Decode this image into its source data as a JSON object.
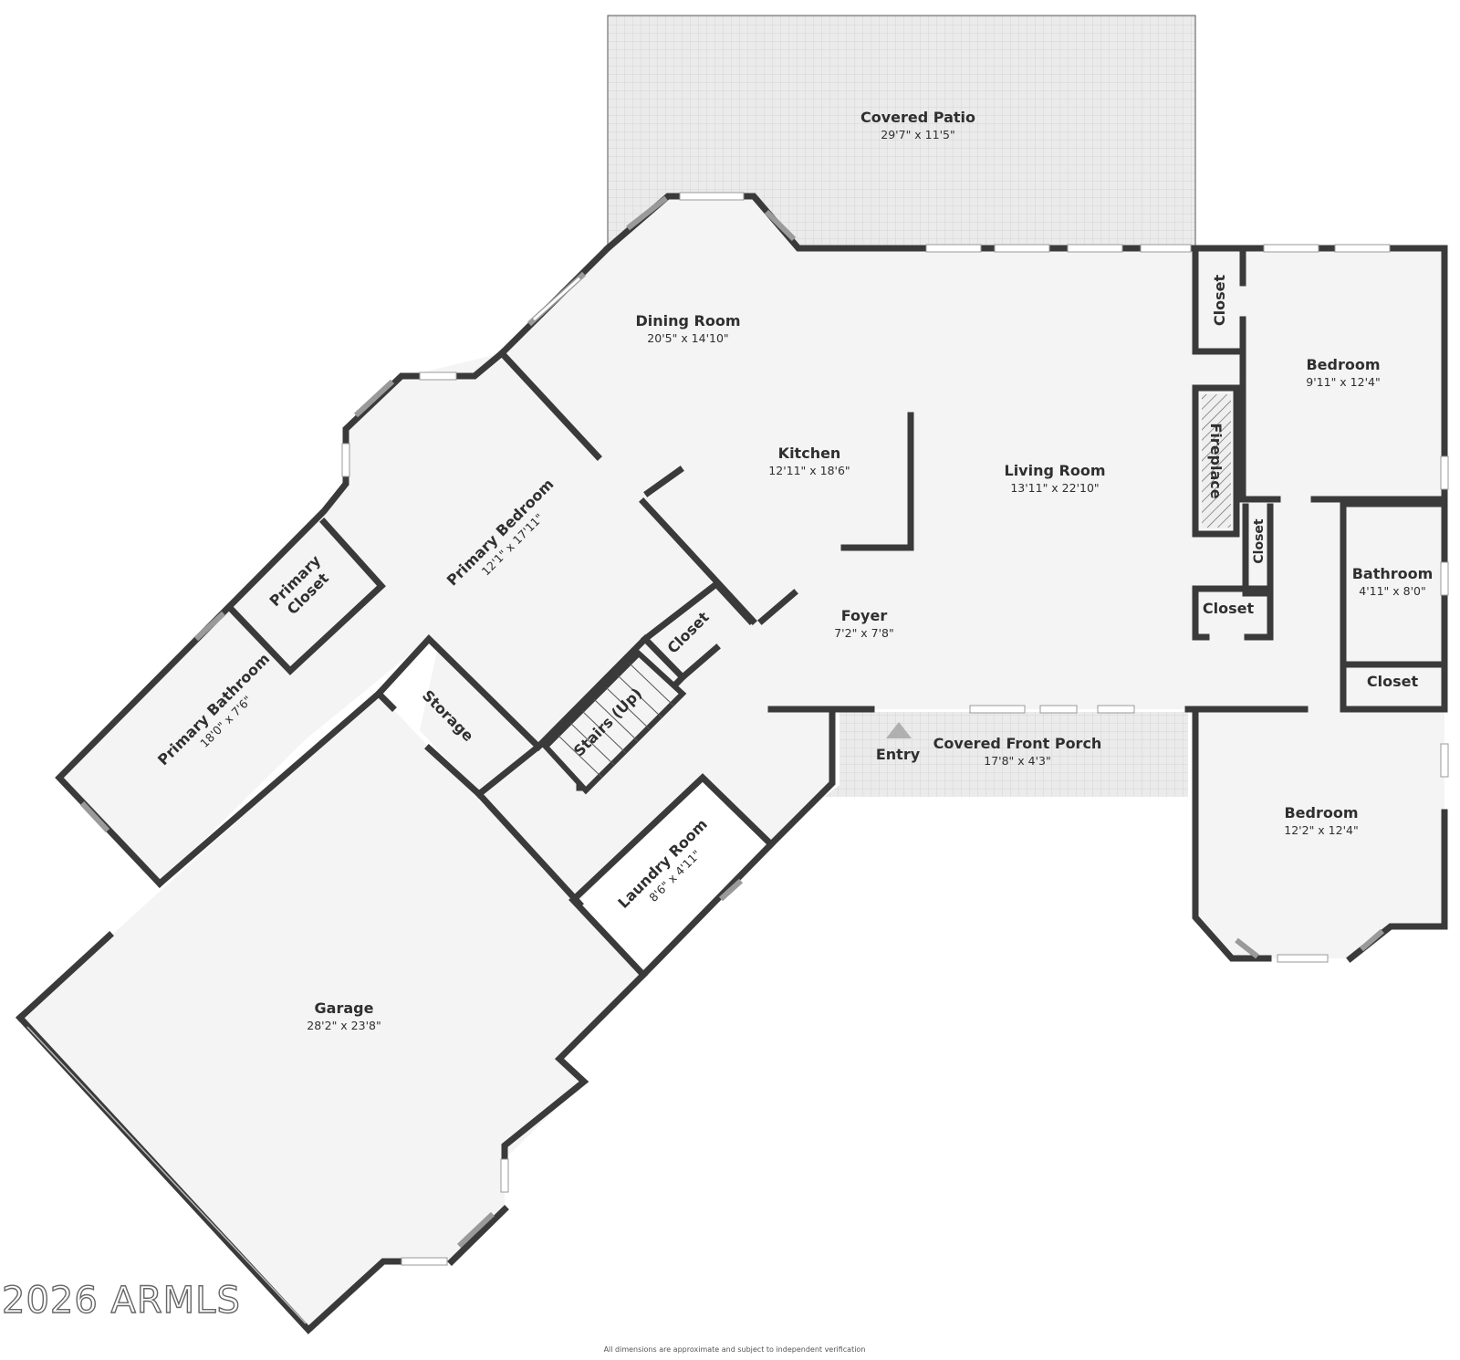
{
  "rooms": {
    "covered_patio": {
      "name": "Covered Patio",
      "dims": "29'7\" x 11'5\""
    },
    "dining_room": {
      "name": "Dining Room",
      "dims": "20'5\" x 14'10\""
    },
    "kitchen": {
      "name": "Kitchen",
      "dims": "12'11\" x 18'6\""
    },
    "living_room": {
      "name": "Living Room",
      "dims": "13'11\" x 22'10\""
    },
    "bedroom_ne": {
      "name": "Bedroom",
      "dims": "9'11\" x 12'4\""
    },
    "closet_ne": {
      "name": "Closet"
    },
    "fireplace": {
      "name": "Fireplace"
    },
    "closet_mid_vertical": {
      "name": "Closet"
    },
    "closet_mid": {
      "name": "Closet"
    },
    "bathroom": {
      "name": "Bathroom",
      "dims": "4'11\" x 8'0\""
    },
    "closet_bath": {
      "name": "Closet"
    },
    "foyer": {
      "name": "Foyer",
      "dims": "7'2\" x 7'8\""
    },
    "entry": {
      "name": "Entry"
    },
    "covered_front_porch": {
      "name": "Covered Front Porch",
      "dims": "17'8\" x 4'3\""
    },
    "bedroom_se": {
      "name": "Bedroom",
      "dims": "12'2\" x 12'4\""
    },
    "primary_bedroom": {
      "name": "Primary Bedroom",
      "dims": "12'1\" x 17'11\""
    },
    "primary_closet": {
      "name_line1": "Primary",
      "name_line2": "Closet"
    },
    "primary_bathroom": {
      "name": "Primary Bathroom",
      "dims": "18'0\" x 7'6\""
    },
    "closet_hall": {
      "name": "Closet"
    },
    "stairs": {
      "name": "Stairs (Up)"
    },
    "storage": {
      "name": "Storage"
    },
    "laundry_room": {
      "name": "Laundry Room",
      "dims": "8'6\" x 4'11\""
    },
    "garage": {
      "name": "Garage",
      "dims": "28'2\" x 23'8\""
    }
  },
  "watermark": "2026 ARMLS",
  "disclaimer": "All dimensions are approximate and subject to independent verification",
  "colors": {
    "wall": "#3a3a3a",
    "floor": "#f4f4f4",
    "porch": "#ececec",
    "entry_marker": "#b0b0b0"
  }
}
